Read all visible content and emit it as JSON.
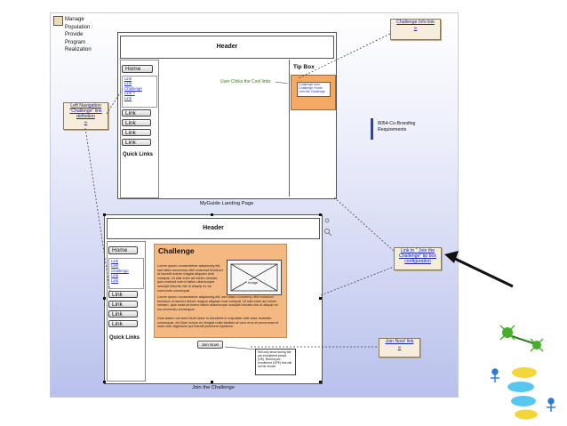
{
  "package": {
    "title_lines": [
      "Manage",
      "Population :",
      "Provide",
      "Program",
      "Realization"
    ]
  },
  "landing_page": {
    "header": "Header",
    "home_button": "Home",
    "nav_links": [
      "Link",
      "Link",
      "Challenge",
      "Link ?",
      "Link"
    ],
    "link_buttons": [
      "Link",
      "Link",
      "Link",
      "Link"
    ],
    "quick_links": "Quick Links",
    "tip_box_label": "Tip Box",
    "tip_links": [
      "Challenge Intro",
      "Challenge Home",
      "Join the Challenge"
    ],
    "green_label": "User Clicks the Cool links",
    "caption": "MyGuide Landing Page"
  },
  "challenge_page": {
    "header": "Header",
    "home_button": "Home",
    "nav_links": [
      "Link",
      "Link",
      "Challenge",
      "Link",
      "Link"
    ],
    "link_buttons": [
      "Link",
      "Link",
      "Link",
      "Link"
    ],
    "quick_links": "Quick Links",
    "challenge_title": "Challenge",
    "lorem_1": "Lorem ipsum consectetuer adipiscing elit, sed diam nonummy nibh euismod tincidunt ut laoreet dolore magna aliquam erat volutpat. Ut wisi enim ad minim veniam, quis nostrud exerci tation ullamcorper suscipit lobortis nisl ut aliquip ex ea commodo consequat.",
    "lorem_2": "Lorem ipsum consectetuer adipiscing elit, sed diam nonummy nibh euismod tincidunt ut laoreet dolore magna aliquam erat volutpat. Ut wisi enim ad minim veniam, quis nostrud exerci tation ullamcorper suscipit lobortis nisl ut aliquip ex ea commodo consequat.",
    "lorem_3": "Duis autem vel eum iriure dolor in hendrerit in vulputate velit esse molestie consequat, vel illum dolore eu feugiat nulla facilisis at vero eros et accumsan et iusto odio dignissim qui blandit praesent luptatum.",
    "image_label": "Image",
    "join_button": "Join Now!",
    "callout_text": "Will only show during the pre-enrollment period (OE). Behind pre-enrollment (OPE) this will not be shown.",
    "caption": "Join the Challenge"
  },
  "notes": {
    "challenge_info": "Challenge Info link",
    "left_nav": "Left Navigation \"Challenge\" link definition",
    "join_link_config": "Link to \" Join the Challenge\" tip box configuration",
    "join_now": "Join Now! link"
  },
  "requirement": {
    "lines": [
      "8054-Co-Branding",
      "Requirements"
    ]
  }
}
